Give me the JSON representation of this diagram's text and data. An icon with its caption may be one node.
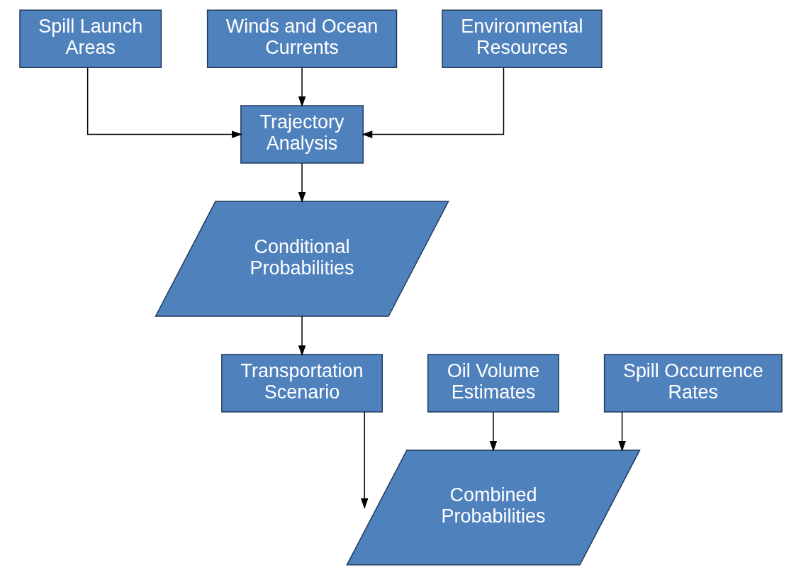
{
  "diagram": {
    "nodes": [
      {
        "text": [
          "Spill Launch Areas"
        ]
      },
      {
        "text": [
          "Winds and Ocean Currents"
        ]
      },
      {
        "text": [
          "Environmental Resources"
        ]
      },
      {
        "text": [
          "Trajectory Analysis"
        ]
      },
      {
        "text": [
          "Conditional Probabilities"
        ]
      },
      {
        "text": [
          "Oil Volume Estimates"
        ]
      },
      {
        "text": [
          "Transportation Scenario"
        ]
      },
      {
        "text": [
          "Spill Occurrence Rates"
        ]
      },
      {
        "text": [
          "Combined Probabilities"
        ]
      }
    ],
    "edges": [
      {
        "from": 0,
        "to": 3,
        "arrow": "to"
      },
      {
        "from": 1,
        "to": 3,
        "arrow": "to"
      },
      {
        "from": 2,
        "to": 3,
        "arrow": "to"
      },
      {
        "from": 3,
        "to": 4,
        "arrow": "to"
      },
      {
        "from": 4,
        "to": 6,
        "arrow": "to"
      },
      {
        "from": 5,
        "to": 8,
        "arrow": "to"
      },
      {
        "from": 6,
        "to": 8,
        "arrow": "to"
      },
      {
        "from": 7,
        "to": 8,
        "arrow": "to"
      }
    ]
  }
}
